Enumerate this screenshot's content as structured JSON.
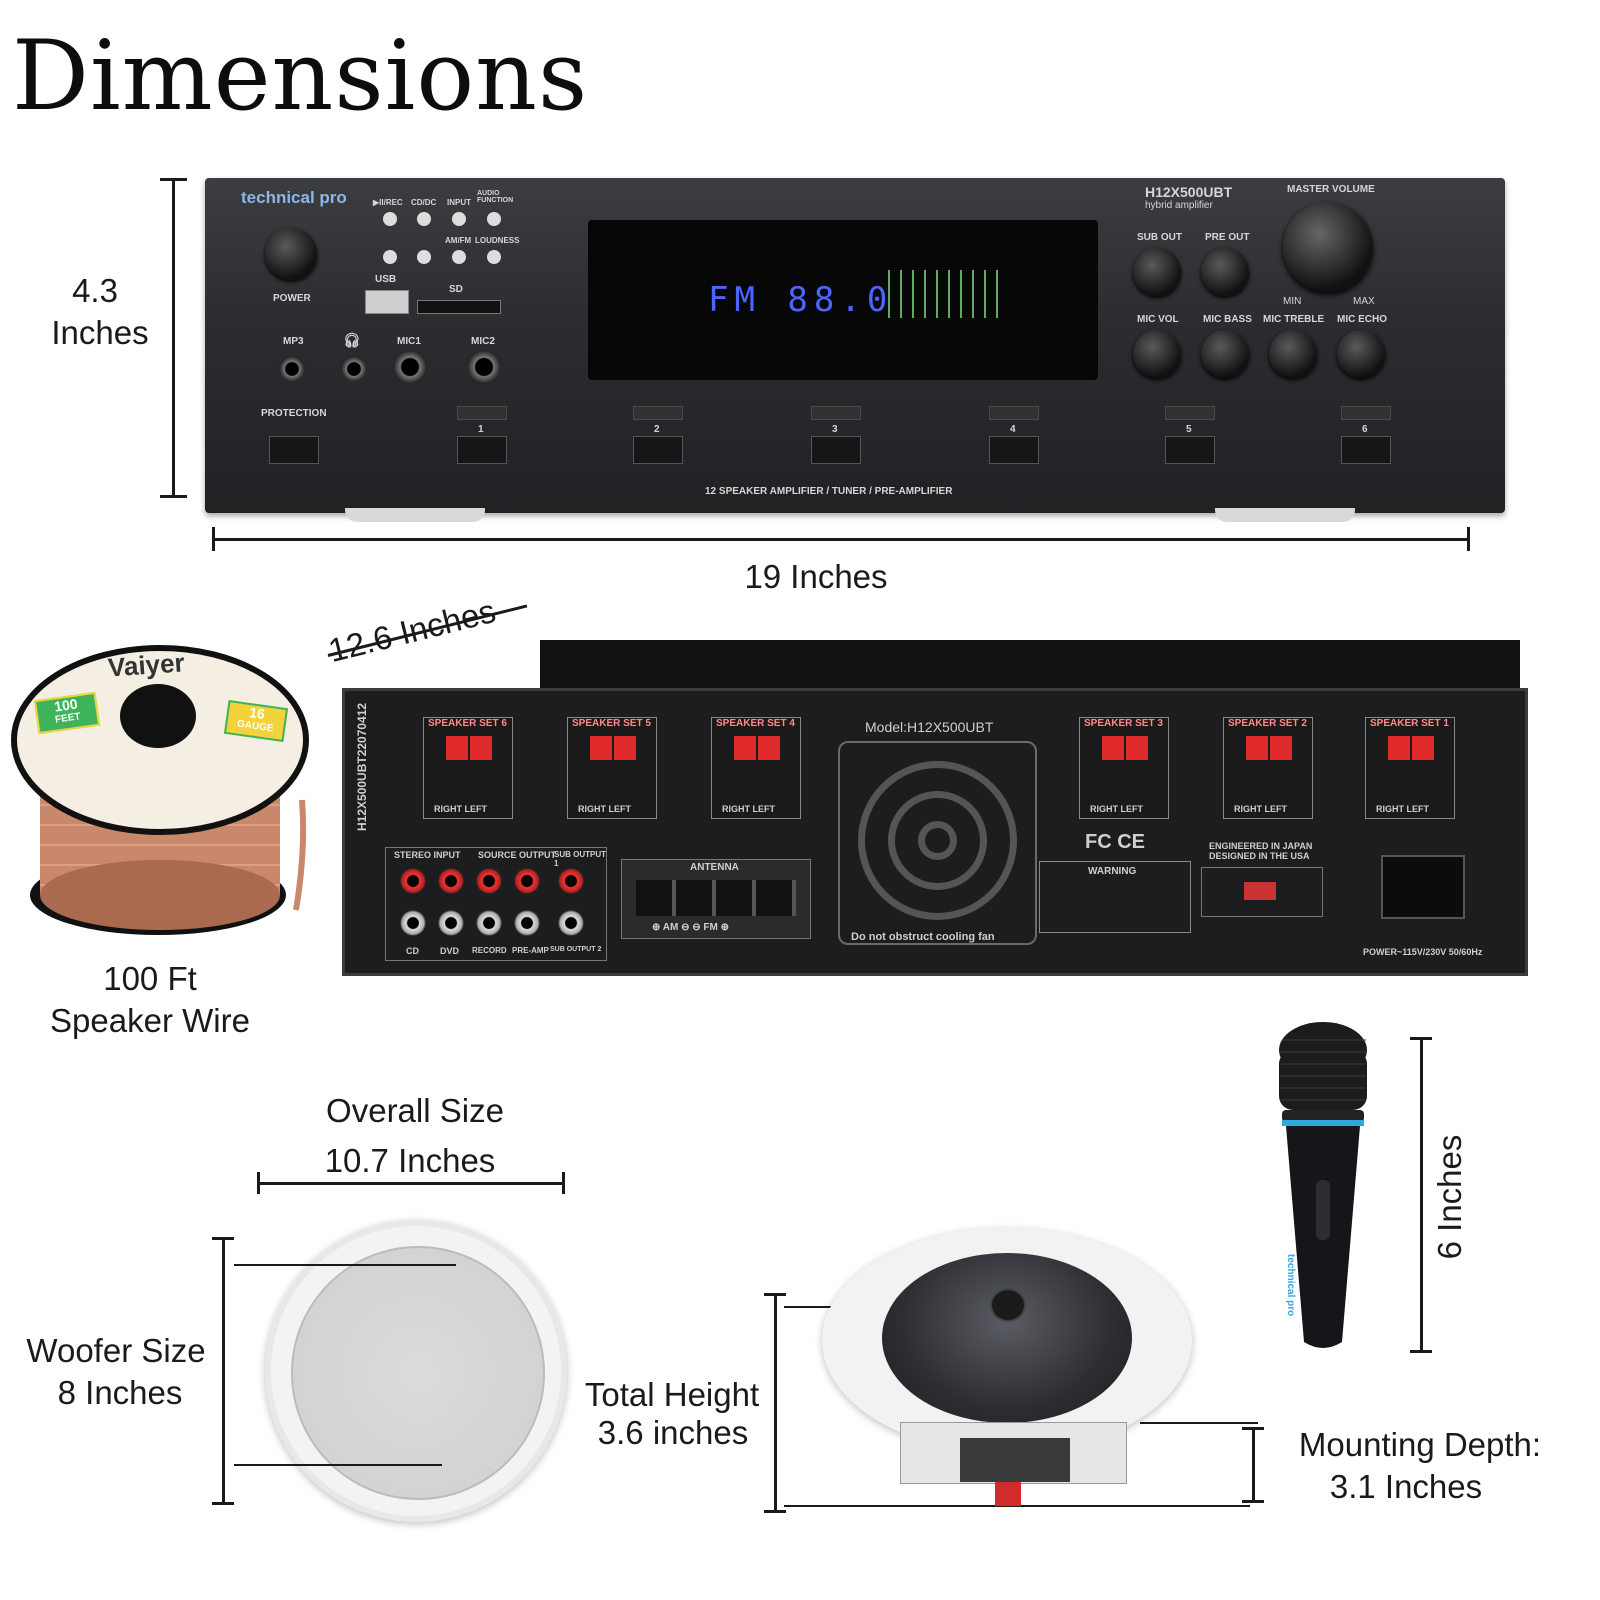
{
  "page": {
    "title": "Dimensions"
  },
  "amplifier_front": {
    "height_value": "4.3",
    "height_unit": "Inches",
    "width_label": "19 Inches",
    "brand": "technical pro",
    "model": "H12X500UBT",
    "model_sub": "hybrid amplifier",
    "display_text": "FM 88.0",
    "footer_text": "12 SPEAKER AMPLIFIER / TUNER / PRE-AMPLIFIER",
    "labels": {
      "power": "POWER",
      "usb": "USB",
      "sd": "SD",
      "mp3": "MP3",
      "mic1": "MIC1",
      "mic2": "MIC2",
      "protection": "PROTECTION",
      "master_volume": "MASTER VOLUME",
      "sub_out": "SUB OUT",
      "pre_out": "PRE OUT",
      "mic_vol": "MIC VOL",
      "mic_bass": "MIC BASS",
      "mic_treble": "MIC TREBLE",
      "mic_echo": "MIC ECHO",
      "min": "MIN",
      "max": "MAX",
      "play_rec": "▶II/REC",
      "cd_dc": "CD/DC",
      "input": "INPUT",
      "audio_function": "AUDIO FUNCTION",
      "am_fm": "AM/FM",
      "loudness": "LOUDNESS"
    },
    "zone_buttons": [
      "1",
      "2",
      "3",
      "4",
      "5",
      "6"
    ]
  },
  "amplifier_rear": {
    "depth_label": "12.6 Inches",
    "model_text": "Model:H12X500UBT",
    "serial": "H12X500UBT22070412",
    "speaker_sets": [
      "SPEAKER SET 6",
      "SPEAKER SET 5",
      "SPEAKER SET 4",
      "SPEAKER SET 3",
      "SPEAKER SET 2",
      "SPEAKER SET 1"
    ],
    "right_left": "RIGHT   LEFT",
    "fan_note": "Do not obstruct cooling fan",
    "antenna": "ANTENNA",
    "antenna_bands": "⊕ AM ⊖   ⊖ FM ⊕",
    "input_groups": [
      "STEREO INPUT",
      "SOURCE OUTPUT",
      "SUB OUTPUT 1"
    ],
    "input_bottom": [
      "CD",
      "DVD",
      "RECORD",
      "PRE-AMP",
      "SUB OUTPUT 2"
    ],
    "warning": "WARNING",
    "engineered": "ENGINEERED IN JAPAN DESIGNED IN THE USA",
    "power_text": "POWER~115V/230V 50/60Hz",
    "fcc": "FC CE"
  },
  "speaker_wire": {
    "brand": "Vaiyer",
    "feet_badge": "100",
    "feet_badge_unit": "FEET",
    "gauge_badge": "16",
    "gauge_badge_unit": "GAUGE",
    "label_line1": "100 Ft",
    "label_line2": "Speaker Wire"
  },
  "ceiling_speaker_grille": {
    "overall_size_label": "Overall Size",
    "overall_size_value": "10.7 Inches",
    "woofer_label": "Woofer Size",
    "woofer_value": "8 Inches"
  },
  "ceiling_speaker_side": {
    "total_height_label": "Total Height",
    "total_height_value": "3.6 inches",
    "mounting_depth_label": "Mounting Depth:",
    "mounting_depth_value": "3.1 Inches"
  },
  "microphone": {
    "height_label": "6 Inches",
    "brand": "technical pro"
  },
  "colors": {
    "amp_body": "#2a2c2f",
    "display_text": "#4a66ff",
    "terminal_red": "#e12a2a",
    "wire_copper": "#c9876b",
    "badge_yellow": "#f2d33a",
    "badge_green": "#3db35a",
    "mic_accent": "#2fa8e0"
  }
}
